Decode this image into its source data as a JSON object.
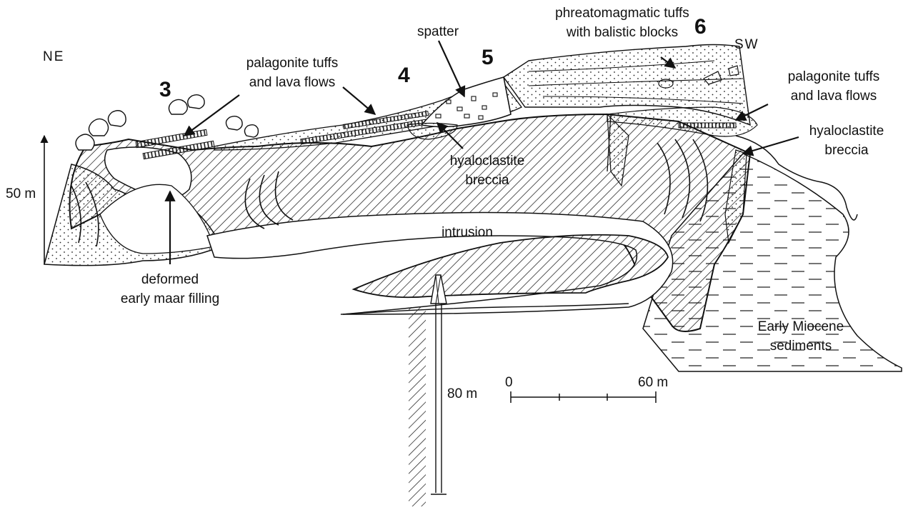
{
  "directions": {
    "left": "NE",
    "right": "SW"
  },
  "site_numbers": [
    "3",
    "4",
    "5",
    "6"
  ],
  "labels": {
    "phreatomagmatic_1": "phreatomagmatic tuffs",
    "phreatomagmatic_2": "with balistic blocks",
    "spatter": "spatter",
    "palagonite_left_1": "palagonite tuffs",
    "palagonite_left_2": "and lava flows",
    "palagonite_right_1": "palagonite tuffs",
    "palagonite_right_2": "and lava flows",
    "hyaloclastite_center_1": "hyaloclastite",
    "hyaloclastite_center_2": "breccia",
    "hyaloclastite_right_1": "hyaloclastite",
    "hyaloclastite_right_2": "breccia",
    "intrusion": "intrusion",
    "deformed_1": "deformed",
    "deformed_2": "early maar filling",
    "miocene_1": "Early Miocene",
    "miocene_2": "sediments"
  },
  "scales": {
    "vertical": "50 m",
    "depth": "80 m",
    "bar_start": "0",
    "bar_end": "60 m"
  },
  "colors": {
    "ink": "#111111",
    "paper": "#ffffff"
  }
}
